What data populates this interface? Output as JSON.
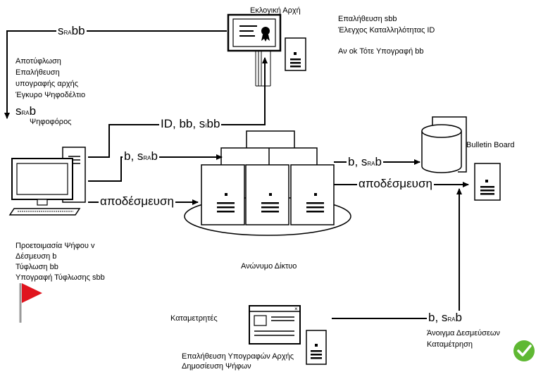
{
  "title_authority": "Εκλογική Αρχή",
  "authority_actions": [
    "Επαλήθευση sbb",
    "Έλεγχος Καταλληλότητας ID",
    "",
    "Αν ok Τότε Υπογραφή bb"
  ],
  "edge_s_bb": {
    "s": "s",
    "sub": "RA",
    "rest": "bb"
  },
  "voter_actions": [
    "Αποτύφλωση",
    "Επαλήθευση",
    "υπογραφής αρχής",
    "Έγκυρο Ψηφοδέλτιο"
  ],
  "voter_token": {
    "s": "s",
    "sub": "RA",
    "rest": "b"
  },
  "voter_label": "Ψηφοφόρος",
  "edge_id": {
    "pre": "ID, bb, s",
    "sub": "I",
    "rest": "bb"
  },
  "edge_b_s1": {
    "pre": "b, s",
    "sub": "RA",
    "rest": "b"
  },
  "edge_b_s2": {
    "pre": "b, s",
    "sub": "RA",
    "rest": "b"
  },
  "edge_b_s3": {
    "pre": "b, s",
    "sub": "RA",
    "rest": "b"
  },
  "decommit_left": "αποδέσμευση",
  "decommit_right": "αποδέσμευση",
  "bulletin_label": "Bulletin Board",
  "network_label": "Ανώνυμο Δίκτυο",
  "prep_actions": [
    "Προετοιμασία Ψήφου v",
    "Δέσμευση b",
    "Τύφλωση bb",
    "Υπογραφή Τύφλωσης sbb"
  ],
  "counters_label": "Καταμετρητές",
  "counter_actions": [
    "Επαλήθευση Υπογραφών Αρχής",
    "Δημοσίευση Ψήφων"
  ],
  "open_actions": [
    "Άνοιγμα Δεσμεύσεων",
    "Καταμέτρηση"
  ],
  "colors": {
    "flag": "#e0141e",
    "check": "#5fb833"
  }
}
